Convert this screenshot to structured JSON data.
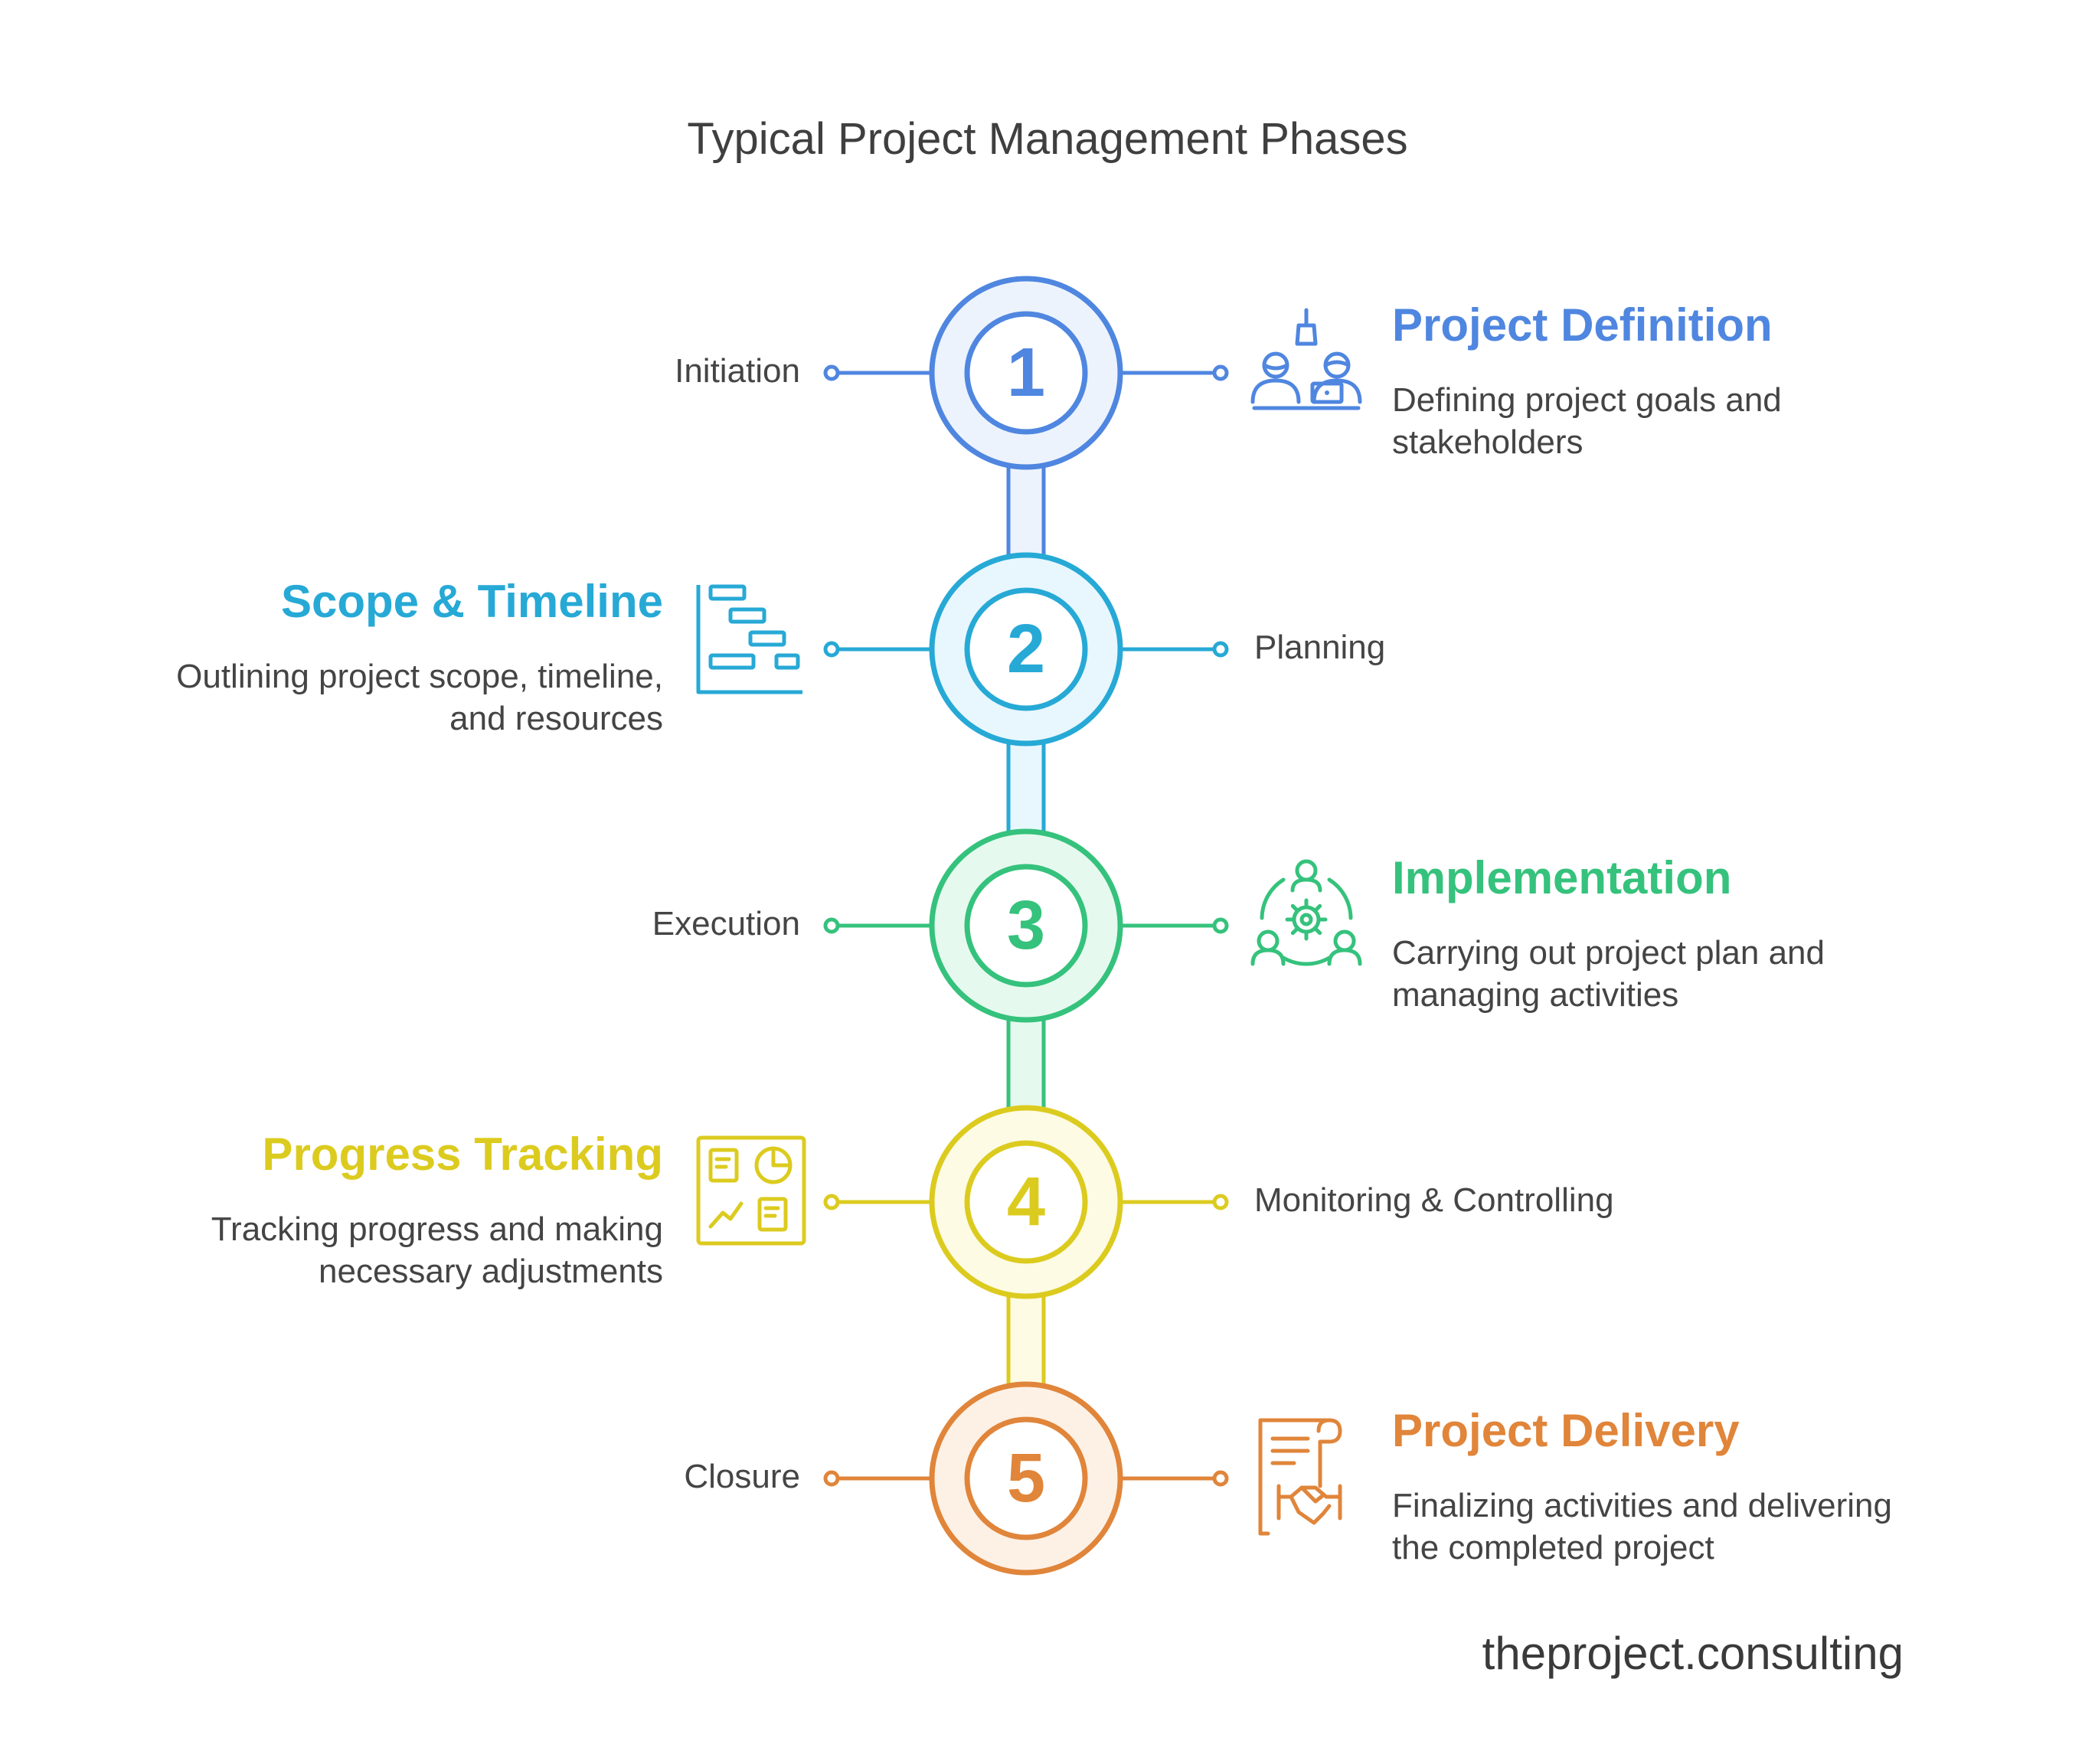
{
  "title": "Typical Project Management Phases",
  "brand": "theproject.consulting",
  "phases": [
    {
      "number": "1",
      "phase": "Initiation",
      "heading": "Project Definition",
      "description": "Defining project goals and stakeholders",
      "icon": "stakeholders-meeting-icon",
      "color": "#4f86e0",
      "fill": "#edf3fd",
      "heading_side": "right"
    },
    {
      "number": "2",
      "phase": "Planning",
      "heading": "Scope & Timeline",
      "description": "Outlining project scope, timeline, and resources",
      "icon": "gantt-chart-icon",
      "color": "#27a9d6",
      "fill": "#e8f7fd",
      "heading_side": "left"
    },
    {
      "number": "3",
      "phase": "Execution",
      "heading": "Implementation",
      "description": "Carrying out project plan and managing activities",
      "icon": "team-gear-icon",
      "color": "#35c27c",
      "fill": "#e6f9ef",
      "heading_side": "right"
    },
    {
      "number": "4",
      "phase": "Monitoring & Controlling",
      "heading": "Progress Tracking",
      "description": "Tracking progress and making necessary adjustments",
      "icon": "dashboard-icon",
      "color": "#dccb1f",
      "fill": "#fdfbe4",
      "heading_side": "left"
    },
    {
      "number": "5",
      "phase": "Closure",
      "heading": "Project Delivery",
      "description": "Finalizing activities and delivering the completed project",
      "icon": "contract-handshake-icon",
      "color": "#e0853a",
      "fill": "#fdf1e6",
      "heading_side": "right"
    }
  ]
}
